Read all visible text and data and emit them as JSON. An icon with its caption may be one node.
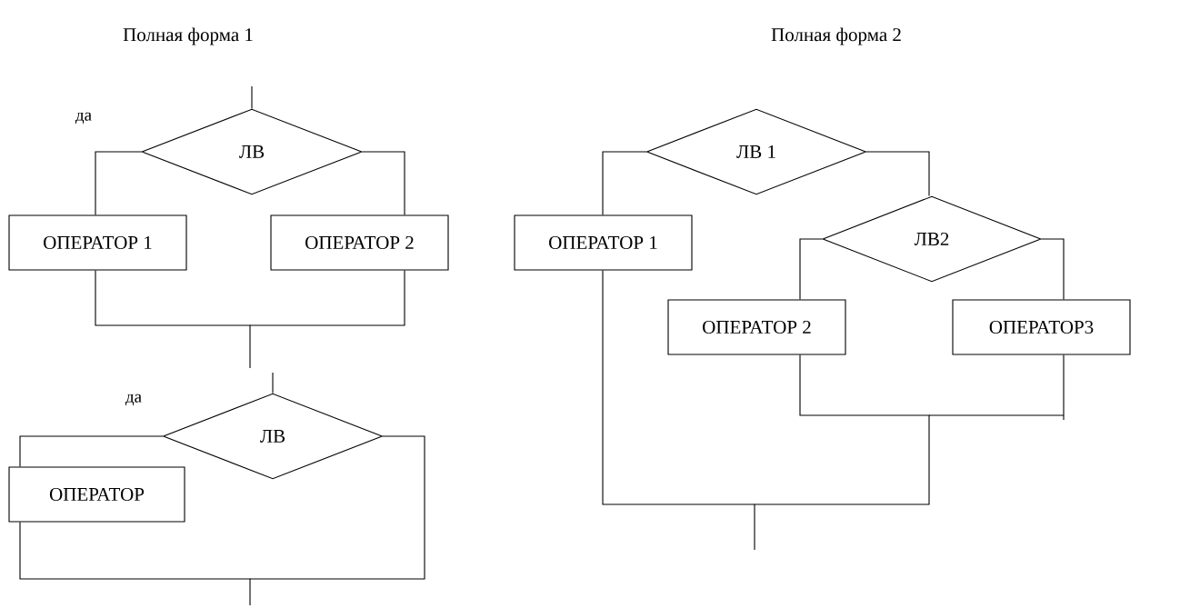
{
  "diagram": {
    "nodes": [
      {
        "text": [
          "ЛВ"
        ]
      },
      {
        "text": [
          "ОПЕРАТОР 1"
        ]
      },
      {
        "text": [
          "ОПЕРАТОР 2"
        ]
      },
      {
        "text": [
          "ЛВ"
        ]
      },
      {
        "text": [
          "ОПЕРАТОР"
        ]
      },
      {
        "text": [
          "ЛВ 1"
        ]
      },
      {
        "text": [
          "ОПЕРАТОР 1"
        ]
      },
      {
        "text": [
          "ЛВ2"
        ]
      },
      {
        "text": [
          "ОПЕРАТОР 2"
        ]
      },
      {
        "text": [
          "ОПЕРАТОР3"
        ]
      }
    ],
    "edges": [
      {
        "from": null,
        "to": 0,
        "arrow": "none"
      },
      {
        "from": 0,
        "to": 1,
        "arrow": "none"
      },
      {
        "from": 0,
        "to": 2,
        "arrow": "none"
      },
      {
        "from": 1,
        "to": null,
        "arrow": "none"
      },
      {
        "from": 2,
        "to": null,
        "arrow": "none"
      },
      {
        "from": null,
        "to": 3,
        "arrow": "none"
      },
      {
        "from": 3,
        "to": 4,
        "arrow": "none"
      },
      {
        "from": 4,
        "to": null,
        "arrow": "none"
      },
      {
        "from": 3,
        "to": null,
        "arrow": "none"
      },
      {
        "from": 5,
        "to": 6,
        "arrow": "none"
      },
      {
        "from": 5,
        "to": 7,
        "arrow": "none"
      },
      {
        "from": 7,
        "to": 8,
        "arrow": "none"
      },
      {
        "from": 7,
        "to": 9,
        "arrow": "none"
      },
      {
        "from": 8,
        "to": null,
        "arrow": "none"
      },
      {
        "from": 9,
        "to": null,
        "arrow": "none"
      },
      {
        "from": 6,
        "to": null,
        "arrow": "none"
      }
    ],
    "labels": [
      "Полная форма 1",
      "Полная форма 2",
      "да",
      "да"
    ]
  }
}
